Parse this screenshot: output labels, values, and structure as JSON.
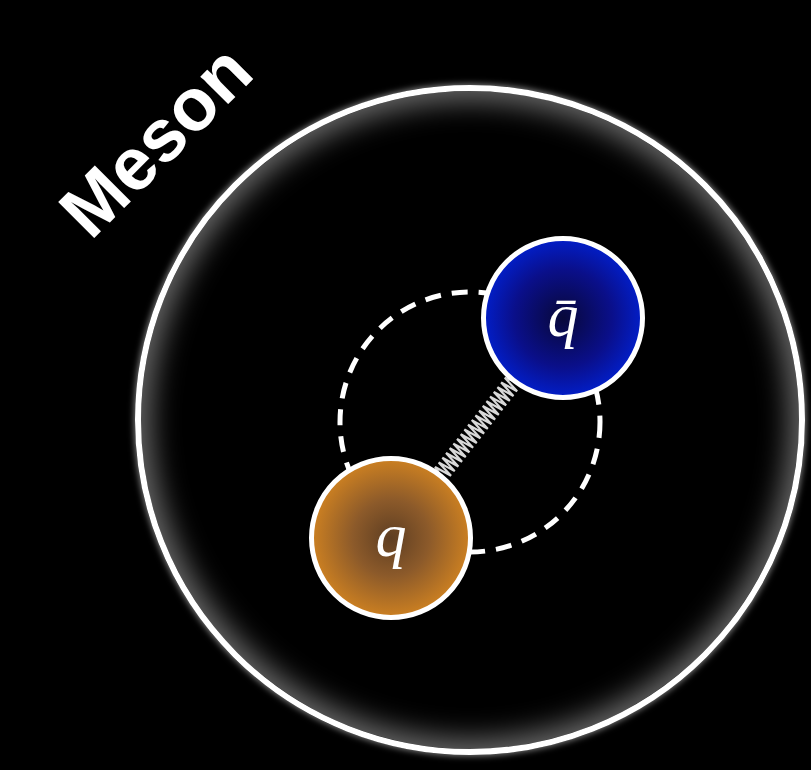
{
  "diagram": {
    "nodes": [
      {
        "text": [
          "Meson"
        ]
      },
      {
        "text": [
          "q"
        ],
        "in": 0
      },
      {
        "text": [
          "q̄"
        ],
        "in": 0
      }
    ],
    "edges": [
      {
        "from": 1,
        "to": 2,
        "arrow": "none"
      }
    ]
  }
}
